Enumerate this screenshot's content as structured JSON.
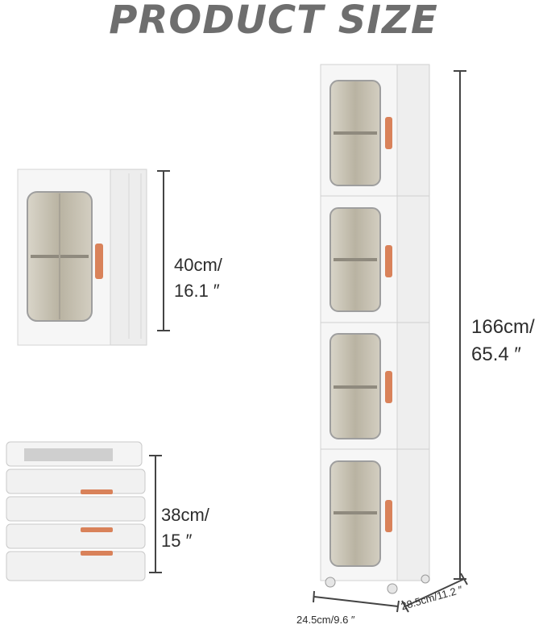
{
  "title": "PRODUCT SIZE",
  "dimensions": {
    "single_height": {
      "line1": "40cm/",
      "line2": "16.1 ″"
    },
    "folded_height": {
      "line1": "38cm/",
      "line2": "15 ″"
    },
    "tower_height": {
      "line1": "166cm/",
      "line2": "65.4 ″"
    },
    "width_label": "24.5cm/9.6 ″",
    "depth_label": "28.5cm/11.2 ″"
  },
  "colors": {
    "title": "#6e6e6e",
    "cabinet": "#f2f2f2",
    "handle": "#d9825a",
    "door": "#c8c3b4"
  }
}
